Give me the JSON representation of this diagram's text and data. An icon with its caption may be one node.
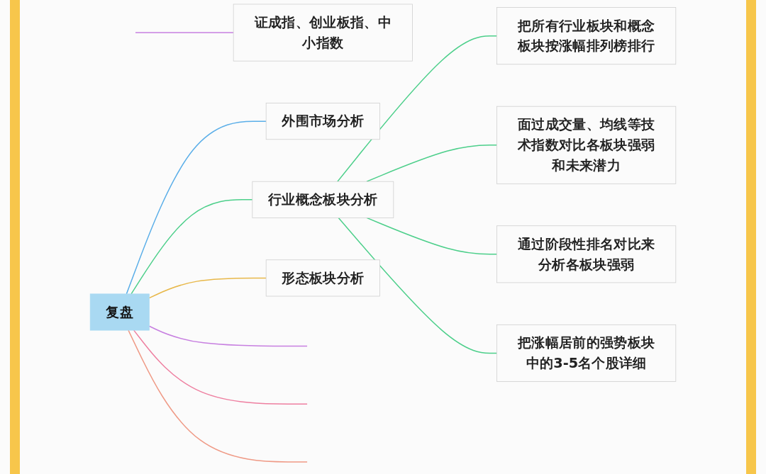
{
  "diagram": {
    "nodes": [
      {
        "text": [
          "复盘"
        ]
      },
      {
        "text": [
          "证成指、创业板指、中小指数"
        ]
      },
      {
        "text": [
          "外围市场分析"
        ]
      },
      {
        "text": [
          "行业概念板块分析"
        ]
      },
      {
        "text": [
          "把所有行业板块和概念板块按涨幅排列榜排行"
        ]
      },
      {
        "text": [
          "面过成交量、均线等技术指数对比各板块强弱和未来潜力"
        ]
      },
      {
        "text": [
          "通过阶段性排名对比来分析各板块强弱"
        ]
      },
      {
        "text": [
          "把涨幅居前的强势板块中的3-5名个股详细"
        ]
      },
      {
        "text": [
          "形态板块分析"
        ]
      }
    ],
    "edges": [
      {
        "from": 0,
        "to": null,
        "arrow": "none",
        "color": "#c77fe0"
      },
      {
        "from": null,
        "to": 1,
        "arrow": "none",
        "color": "#c77fe0"
      },
      {
        "from": 0,
        "to": 2,
        "arrow": "none",
        "color": "#5aaee8"
      },
      {
        "from": 0,
        "to": 3,
        "arrow": "none"
      },
      {
        "from": 3,
        "to": 4,
        "arrow": "none"
      },
      {
        "from": 3,
        "to": 5,
        "arrow": "none"
      },
      {
        "from": 3,
        "to": 6,
        "arrow": "none"
      },
      {
        "from": 3,
        "to": 7,
        "arrow": "none"
      },
      {
        "from": 0,
        "to": 8,
        "arrow": "none",
        "color": "#e8b84a"
      },
      {
        "from": 0,
        "to": null,
        "arrow": "none",
        "color": "#ee7fa0"
      },
      {
        "from": 0,
        "to": null,
        "arrow": "none",
        "color": "#ef9a86"
      }
    ]
  }
}
